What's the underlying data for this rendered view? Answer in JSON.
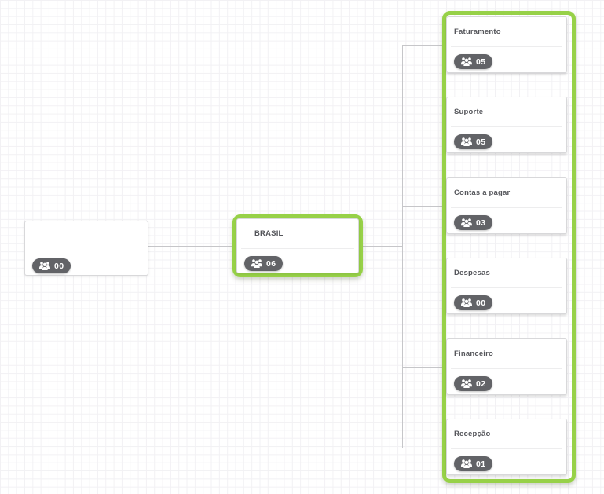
{
  "nodes": {
    "root": {
      "title": "",
      "count": "00"
    },
    "parent": {
      "title": "BRASIL",
      "count": "06"
    },
    "children": [
      {
        "title": "Faturamento",
        "count": "05"
      },
      {
        "title": "Suporte",
        "count": "05"
      },
      {
        "title": "Contas a pagar",
        "count": "03"
      },
      {
        "title": "Despesas",
        "count": "00"
      },
      {
        "title": "Financeiro",
        "count": "02"
      },
      {
        "title": "Recepção",
        "count": "01"
      }
    ]
  },
  "icons": {
    "members": "users-group-icon"
  },
  "colors": {
    "selection_green": "#97d148",
    "badge_background": "#626367",
    "connector_gray": "#c6c6c9",
    "card_border": "#d8d8da",
    "title_text": "#55565b"
  }
}
